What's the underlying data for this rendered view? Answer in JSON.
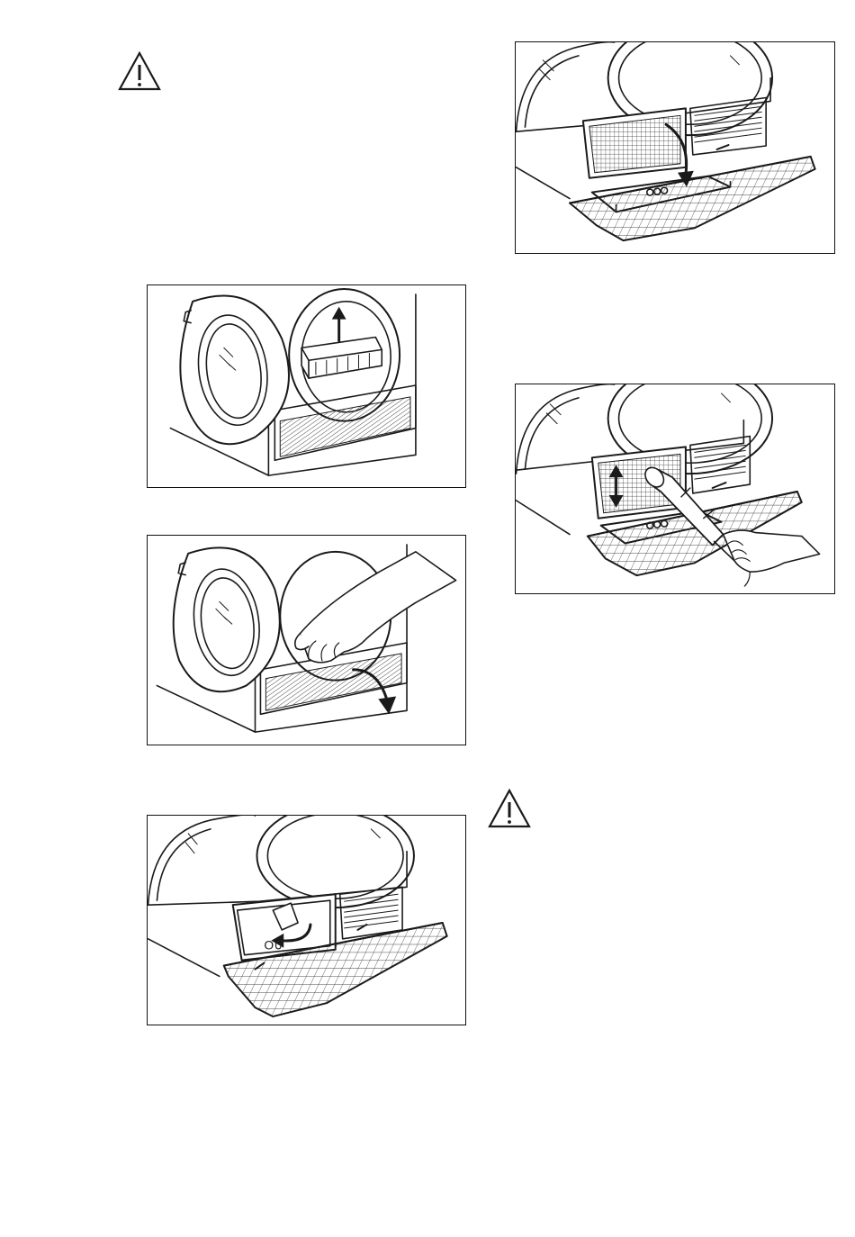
{
  "page": {
    "background": "#ffffff",
    "ink": "#1a1a1a"
  },
  "icons": {
    "warning_top": "warning-triangle-icon",
    "warning_bottom": "warning-triangle-icon"
  },
  "figures": [
    {
      "id": "remove-door-filter",
      "arrow": "arrow-up-icon"
    },
    {
      "id": "open-plinth-cover",
      "arrow": "arrow-curved-down-icon"
    },
    {
      "id": "unlock-heat-exchanger-cover",
      "arrow": "arrow-rotate-icon"
    },
    {
      "id": "pull-out-filter-tray",
      "arrow": "arrow-curved-down-icon"
    },
    {
      "id": "clean-filter-with-vacuum",
      "arrow": "arrow-up-down-icon"
    }
  ]
}
